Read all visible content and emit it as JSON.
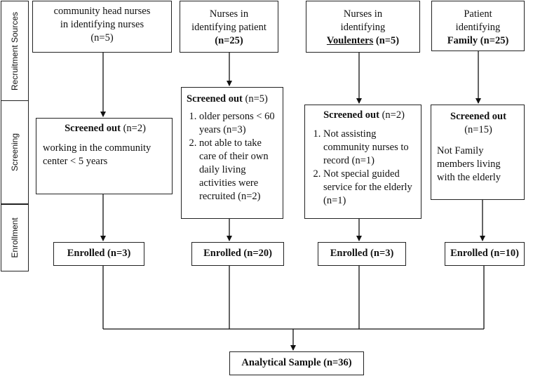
{
  "sidebar": {
    "recruitment": "Recruitment Sources",
    "screening": "Screening",
    "enrollment": "Enrollment"
  },
  "sources": [
    {
      "line1": "community head nurses",
      "line2": "in identifying nurses",
      "line3": "(n=5)"
    },
    {
      "line1": "Nurses in",
      "line2": "identifying patient",
      "line3": "(n=25)"
    },
    {
      "line1": "Nurses in",
      "line2": "identifying",
      "line3_a": "Voulenters",
      "line3_b": " (n=5)"
    },
    {
      "line1": "Patient",
      "line2": "identifying",
      "line3": "Family (n=25)"
    }
  ],
  "screening": [
    {
      "title": "Screened out",
      "count": " (n=2)",
      "body": "working in the community center < 5 years"
    },
    {
      "title": "Screened out",
      "count": " (n=5)",
      "items": [
        "older persons < 60 years (n=3)",
        "not able to take care of their own daily living activities were recruited (n=2)"
      ]
    },
    {
      "title": "Screened out",
      "count": " (n=2)",
      "items": [
        "Not assisting community nurses to record (n=1)",
        "Not special guided service for the elderly (n=1)"
      ]
    },
    {
      "title": "Screened out",
      "count": "(n=15)",
      "body": "Not Family members living with the elderly"
    }
  ],
  "enrolled": [
    "Enrolled (n=3)",
    "Enrolled (n=20)",
    "Enrolled (n=3)",
    "Enrolled (n=10)"
  ],
  "final": "Analytical Sample (n=36)"
}
